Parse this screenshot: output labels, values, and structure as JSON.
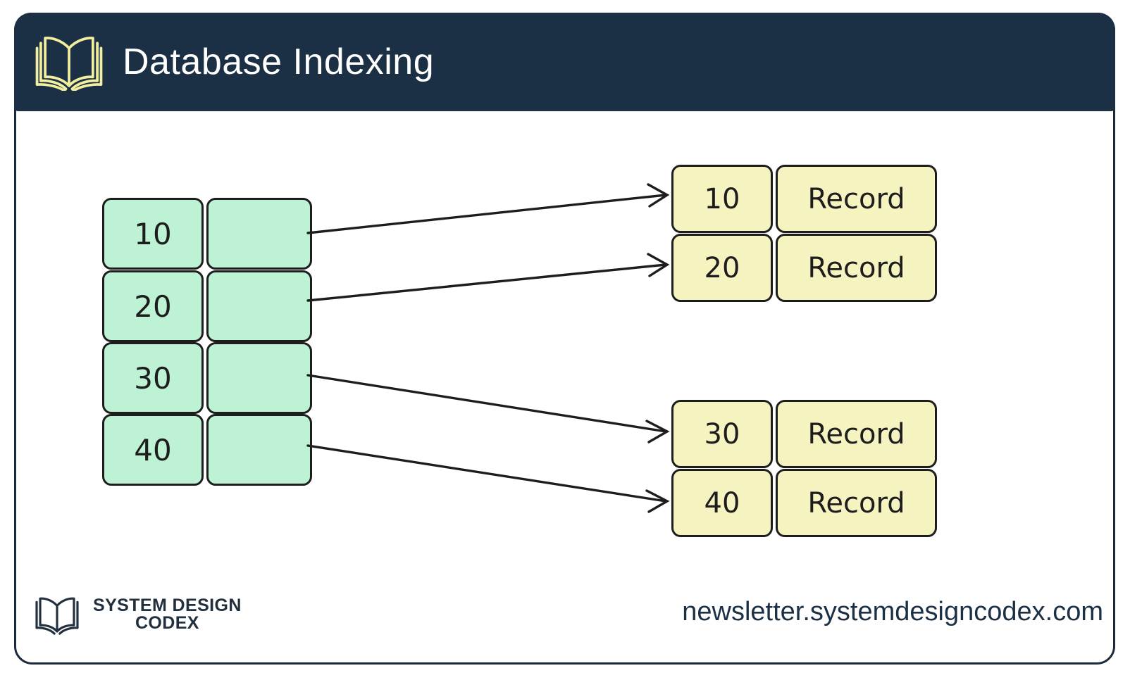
{
  "header": {
    "title": "Database Indexing",
    "icon": "open-book-icon",
    "background_color": "#1b3044",
    "title_color": "#ffffff",
    "icon_color": "#f2f0a0"
  },
  "diagram": {
    "index_table": {
      "label": "index-table",
      "fill_color": "#bdf2d5",
      "border_color": "#1d1d1d",
      "rows": [
        {
          "key": "10",
          "pointer": ""
        },
        {
          "key": "20",
          "pointer": ""
        },
        {
          "key": "30",
          "pointer": ""
        },
        {
          "key": "40",
          "pointer": ""
        }
      ]
    },
    "record_groups": [
      {
        "label": "record-group-upper",
        "fill_color": "#f5f3c0",
        "rows": [
          {
            "key": "10",
            "value": "Record"
          },
          {
            "key": "20",
            "value": "Record"
          }
        ]
      },
      {
        "label": "record-group-lower",
        "fill_color": "#f5f3c0",
        "rows": [
          {
            "key": "30",
            "value": "Record"
          },
          {
            "key": "40",
            "value": "Record"
          }
        ]
      }
    ],
    "connectors": [
      {
        "from": "index-row-10",
        "to": "record-row-10"
      },
      {
        "from": "index-row-20",
        "to": "record-row-20"
      },
      {
        "from": "index-row-30",
        "to": "record-row-30"
      },
      {
        "from": "index-row-40",
        "to": "record-row-40"
      }
    ]
  },
  "footer": {
    "logo_line1": "SYSTEM DESIGN",
    "logo_line2": "CODEX",
    "logo_icon": "open-book-icon",
    "url": "newsletter.systemdesigncodex.com",
    "url_color": "#1b3044"
  }
}
